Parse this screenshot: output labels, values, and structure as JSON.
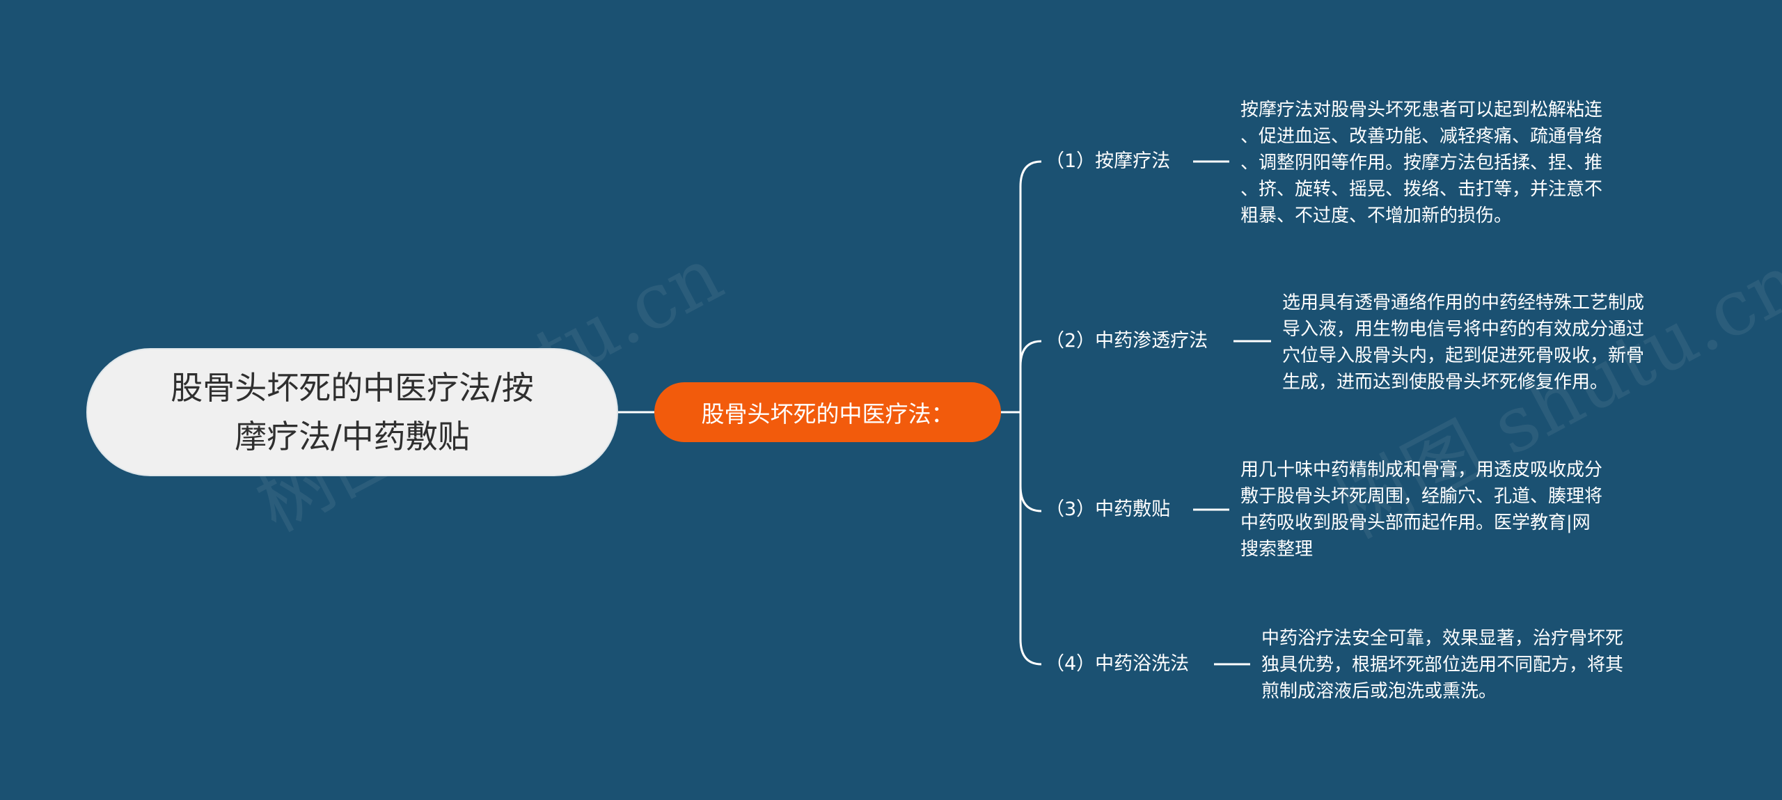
{
  "colors": {
    "background": "#1b5172",
    "root_fill": "#f0f0f0",
    "center_fill": "#f25b0c",
    "connector": "#ffffff"
  },
  "watermark": [
    "树图 shutu.cn",
    "树图 shutu.cn"
  ],
  "root": {
    "lines": [
      "股骨头坏死的中医疗法/按",
      "摩疗法/中药敷贴"
    ]
  },
  "center": {
    "label": "股骨头坏死的中医疗法："
  },
  "branches": [
    {
      "label": "（1）按摩疗法",
      "detail_lines": [
        "按摩疗法对股骨头坏死患者可以起到松解粘连",
        "、促进血运、改善功能、减轻疼痛、疏通骨络",
        "、调整阴阳等作用。按摩方法包括揉、捏、推",
        "、挤、旋转、摇晃、拨络、击打等，并注意不",
        "粗暴、不过度、不增加新的损伤。"
      ]
    },
    {
      "label": "（2）中药渗透疗法",
      "detail_lines": [
        "选用具有透骨通络作用的中药经特殊工艺制成",
        "导入液，用生物电信号将中药的有效成分通过",
        "穴位导入股骨头内，起到促进死骨吸收，新骨",
        "生成，进而达到使股骨头坏死修复作用。"
      ]
    },
    {
      "label": "（3）中药敷贴",
      "detail_lines": [
        "用几十味中药精制成和骨膏，用透皮吸收成分",
        "敷于股骨头坏死周围，经腧穴、孔道、腠理将",
        "中药吸收到股骨头部而起作用。医学教育|网",
        "搜索整理"
      ]
    },
    {
      "label": "（4）中药浴洗法",
      "detail_lines": [
        "中药浴疗法安全可靠，效果显著，治疗骨坏死",
        "独具优势，根据坏死部位选用不同配方，将其",
        "煎制成溶液后或泡洗或熏洗。"
      ]
    }
  ]
}
